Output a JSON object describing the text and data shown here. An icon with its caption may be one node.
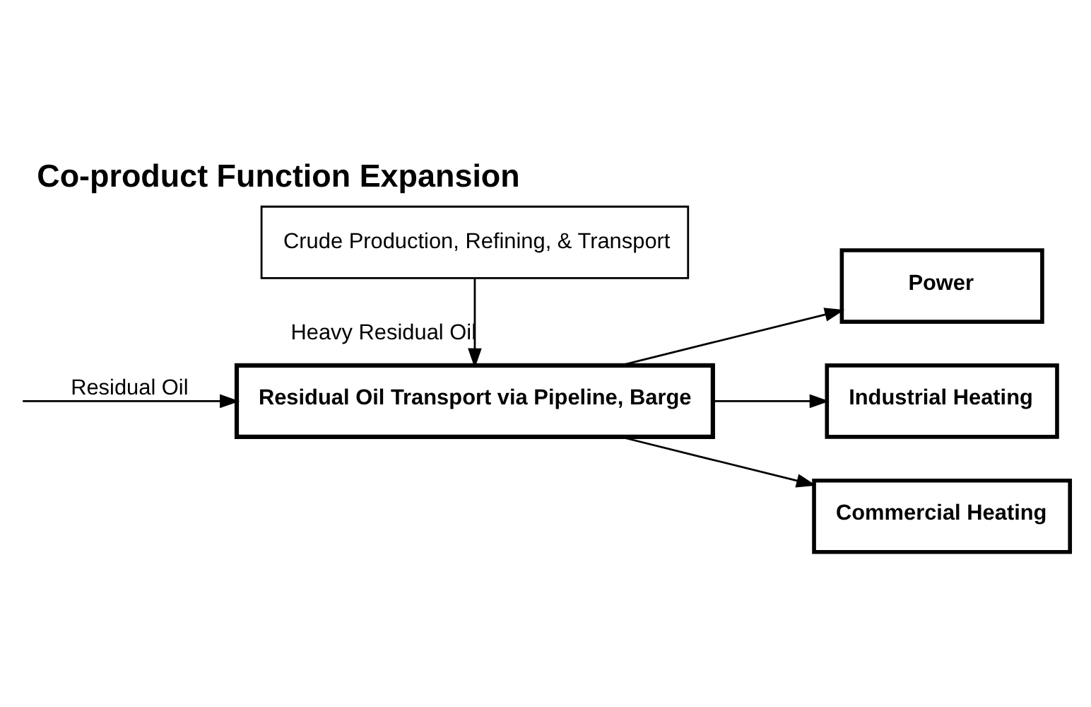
{
  "diagram": {
    "title": "Co-product Function Expansion",
    "nodes": [
      {
        "text": [
          "Crude Production, Refining, & Transport"
        ]
      },
      {
        "text": [
          "Residual Oil Transport via Pipeline, Barge"
        ]
      },
      {
        "text": [
          "Power"
        ]
      },
      {
        "text": [
          "Industrial Heating"
        ]
      },
      {
        "text": [
          "Commercial Heating"
        ]
      }
    ],
    "edges": [
      {
        "from": 0,
        "to": 1,
        "arrow": "to",
        "label": "Heavy Residual Oil"
      },
      {
        "from": null,
        "to": 1,
        "arrow": "to",
        "label": "Residual Oil"
      },
      {
        "from": 1,
        "to": 2,
        "arrow": "to"
      },
      {
        "from": 1,
        "to": 3,
        "arrow": "to"
      },
      {
        "from": 1,
        "to": 4,
        "arrow": "to"
      }
    ]
  }
}
